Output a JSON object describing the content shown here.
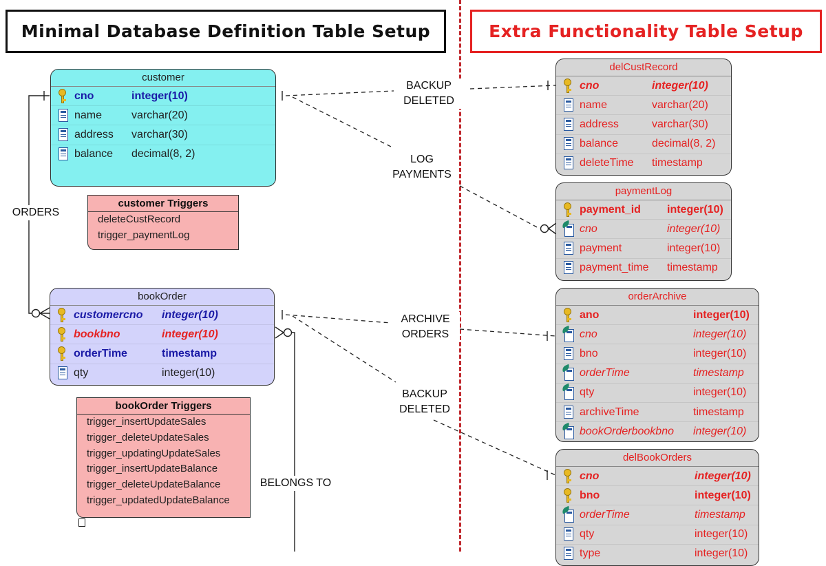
{
  "headers": {
    "left": "Minimal Database Definition Table Setup",
    "right": "Extra Functionality Table Setup"
  },
  "relationships": {
    "orders": "ORDERS",
    "belongs_to": "BELONGS TO",
    "backup_deleted_1": [
      "BACKUP",
      "DELETED"
    ],
    "log_payments": [
      "LOG",
      "PAYMENTS"
    ],
    "archive_orders": [
      "ARCHIVE",
      "ORDERS"
    ],
    "backup_deleted_2": [
      "BACKUP",
      "DELETED"
    ]
  },
  "tables": {
    "customer": {
      "title": "customer",
      "rows": [
        {
          "icon": "primary-key-icon",
          "name": "cno",
          "type": "integer(10)"
        },
        {
          "icon": "column-icon",
          "name": "name",
          "type": "varchar(20)"
        },
        {
          "icon": "column-icon",
          "name": "address",
          "type": "varchar(30)"
        },
        {
          "icon": "column-icon",
          "name": "balance",
          "type": "decimal(8, 2)"
        }
      ]
    },
    "bookOrder": {
      "title": "bookOrder",
      "rows": [
        {
          "icon": "foreign-primary-key-icon",
          "name": "customercno",
          "type": "integer(10)"
        },
        {
          "icon": "foreign-primary-key-icon",
          "name": "bookbno",
          "type": "integer(10)"
        },
        {
          "icon": "primary-key-icon",
          "name": "orderTime",
          "type": "timestamp"
        },
        {
          "icon": "column-icon",
          "name": "qty",
          "type": "integer(10)"
        }
      ]
    },
    "delCustRecord": {
      "title": "delCustRecord",
      "rows": [
        {
          "icon": "foreign-primary-key-icon",
          "name": "cno",
          "type": "integer(10)"
        },
        {
          "icon": "column-icon",
          "name": "name",
          "type": "varchar(20)"
        },
        {
          "icon": "column-icon",
          "name": "address",
          "type": "varchar(30)"
        },
        {
          "icon": "column-icon",
          "name": "balance",
          "type": "decimal(8, 2)"
        },
        {
          "icon": "column-icon",
          "name": "deleteTime",
          "type": "timestamp"
        }
      ]
    },
    "paymentLog": {
      "title": "paymentLog",
      "rows": [
        {
          "icon": "primary-key-icon",
          "name": "payment_id",
          "type": "integer(10)"
        },
        {
          "icon": "foreign-key-column-icon",
          "name": "cno",
          "type": "integer(10)"
        },
        {
          "icon": "column-icon",
          "name": "payment",
          "type": "integer(10)"
        },
        {
          "icon": "column-icon",
          "name": "payment_time",
          "type": "timestamp"
        }
      ]
    },
    "orderArchive": {
      "title": "orderArchive",
      "rows": [
        {
          "icon": "primary-key-icon",
          "name": "ano",
          "type": "integer(10)"
        },
        {
          "icon": "foreign-key-column-icon",
          "name": "cno",
          "type": "integer(10)"
        },
        {
          "icon": "column-icon",
          "name": "bno",
          "type": "integer(10)"
        },
        {
          "icon": "foreign-key-column-icon",
          "name": "orderTime",
          "type": "timestamp"
        },
        {
          "icon": "foreign-key-column-icon",
          "name": "qty",
          "type": "integer(10)"
        },
        {
          "icon": "column-icon",
          "name": "archiveTime",
          "type": "timestamp"
        },
        {
          "icon": "foreign-key-column-icon",
          "name": "bookOrderbookbno",
          "type": "integer(10)"
        }
      ]
    },
    "delBookOrders": {
      "title": "delBookOrders",
      "rows": [
        {
          "icon": "foreign-primary-key-icon",
          "name": "cno",
          "type": "integer(10)"
        },
        {
          "icon": "primary-key-icon",
          "name": "bno",
          "type": "integer(10)"
        },
        {
          "icon": "foreign-key-column-icon",
          "name": "orderTime",
          "type": "timestamp"
        },
        {
          "icon": "column-icon",
          "name": "qty",
          "type": "integer(10)"
        },
        {
          "icon": "column-icon",
          "name": "type",
          "type": "integer(10)"
        }
      ]
    }
  },
  "triggers": {
    "customer": {
      "title": "customer Triggers",
      "items": [
        "deleteCustRecord",
        "trigger_paymentLog"
      ]
    },
    "bookOrder": {
      "title": "bookOrder Triggers",
      "items": [
        "trigger_insertUpdateSales",
        "trigger_deleteUpdateSales",
        "trigger_updatingUpdateSales",
        "trigger_insertUpdateBalance",
        "trigger_deleteUpdateBalance",
        "trigger_updatedUpdateBalance"
      ]
    }
  },
  "colors": {
    "customer_fill": "#84f0f0",
    "bookOrder_fill": "#d3d3fb",
    "extra_table_fill": "#d6d6d6",
    "trigger_fill": "#f8b2b2",
    "accent_red": "#e52222",
    "key_blue": "#1a1aa6"
  }
}
